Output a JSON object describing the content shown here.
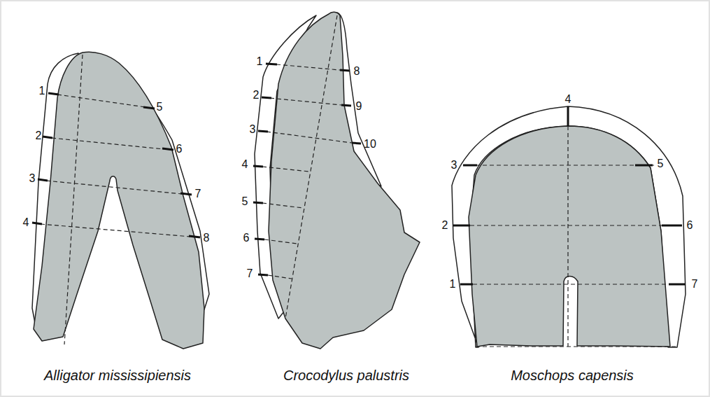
{
  "diagram": {
    "labels": [
      "1",
      "2",
      "3",
      "4",
      "5",
      "6",
      "7",
      "8",
      "1",
      "2",
      "3",
      "4",
      "5",
      "6",
      "7",
      "8",
      "9",
      "10",
      "4",
      "3",
      "2",
      "1",
      "5",
      "6",
      "7",
      "Alligator mississipiensis",
      "Crocodylus palustris",
      "Moschops capensis"
    ]
  }
}
